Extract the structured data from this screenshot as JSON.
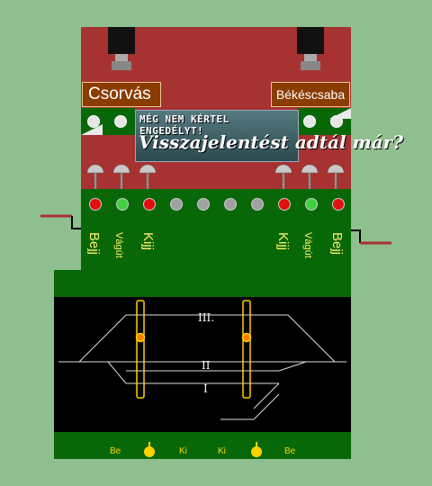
{
  "stations": {
    "left": "Csorvás",
    "right": "Békéscsaba"
  },
  "warning": {
    "line1": "MÉG NEM KÉRTEL ENGEDÉLYT!",
    "line2": "Visszajelentést adtál már?"
  },
  "buttons_top": [
    {
      "label": "Bejj"
    },
    {
      "label": "Vágút"
    },
    {
      "label": "Kijj"
    },
    {
      "label": "Kijj"
    },
    {
      "label": "Vágút"
    },
    {
      "label": "Bejj"
    }
  ],
  "lamps": [
    {
      "color": "#e01010"
    },
    {
      "color": "#40d040"
    },
    {
      "color": "#e01010"
    },
    {
      "color": "#a0a0a0"
    },
    {
      "color": "#a0a0a0"
    },
    {
      "color": "#a0a0a0"
    },
    {
      "color": "#a0a0a0"
    },
    {
      "color": "#e01010"
    },
    {
      "color": "#40d040"
    },
    {
      "color": "#e01010"
    }
  ],
  "tracks": {
    "t3": "III.",
    "t2": "II",
    "t1": "I"
  },
  "bottom_labels": {
    "be_left": "Be",
    "ki_left": "Ki",
    "ki_right": "Ki",
    "be_right": "Be"
  },
  "colors": {
    "accent": "#ffd200",
    "red_panel": "#a63232",
    "green_panel": "#086808"
  }
}
